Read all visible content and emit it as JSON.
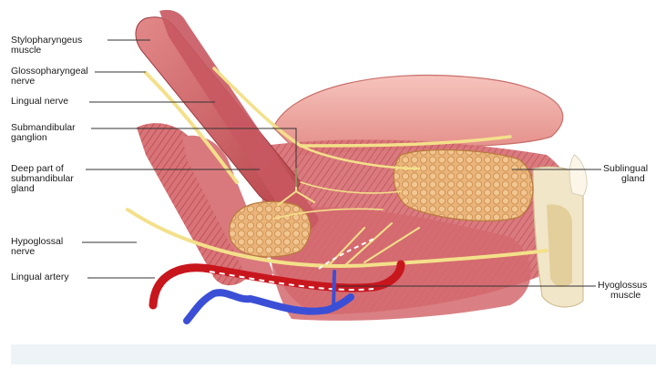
{
  "labels": {
    "stylopharyngeus": [
      "Stylopharyngeus",
      "muscle"
    ],
    "glossopharyngeal": [
      "Glossopharyngeal",
      "nerve"
    ],
    "lingual_nerve": [
      "Lingual nerve"
    ],
    "submandibular_ganglion": [
      "Submandibular",
      "ganglion"
    ],
    "deep_submandibular": [
      "Deep part of",
      "submandibular",
      "gland"
    ],
    "hypoglossal": [
      "Hypoglossal",
      "nerve"
    ],
    "lingual_artery": [
      "Lingual artery"
    ],
    "sublingual": [
      "Sublingual",
      "gland"
    ],
    "hyoglossus": [
      "Hyoglossus",
      "muscle"
    ]
  },
  "colors": {
    "muscle": "#d9787a",
    "muscle_dark": "#b94a4f",
    "tongue": "#f0a6a0",
    "gland": "#e8b072",
    "nerve": "#f3e08a",
    "artery": "#c8161d",
    "annotation": "#3b4fd6",
    "bone": "#f2e6c8"
  }
}
